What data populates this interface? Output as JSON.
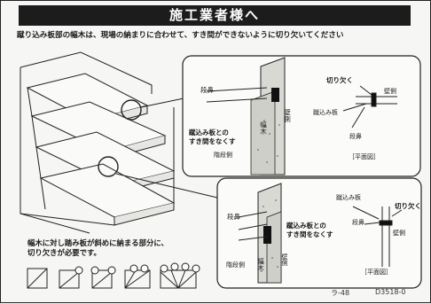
{
  "title": "施工業者様へ",
  "instruction": "蹴り込み板部の幅木は、現場の納まりに合わせて、すき間ができないように切り欠いてください",
  "upper_detail": {
    "dantsura": "段鼻",
    "habaki": "幅木",
    "kabe": "壁側",
    "gap_note_line1": "蹴込み板との",
    "gap_note_line2": "すき間をなくす",
    "kaidan": "階段側",
    "plan_cut": "切り欠く",
    "plan_kabe": "壁側",
    "plan_kerikomi": "蹴込み板",
    "plan_dantsura": "段鼻",
    "plan_caption": "［平面図］"
  },
  "lower_detail": {
    "dantsura": "段鼻",
    "habaki": "幅木",
    "kabe": "壁側",
    "gap_note_line1": "蹴込み板との",
    "gap_note_line2": "すき間をなくす",
    "kaidan": "階段側",
    "plan_kerikomi": "蹴込み板",
    "plan_cut": "切り欠く",
    "plan_dantsura": "段鼻",
    "plan_kabe": "壁側",
    "plan_caption": "［平面図］"
  },
  "note_line1": "幅木に対し踏み板が斜めに納まる部分に、",
  "note_line2": "切り欠きが必要です。",
  "page_code": "ラ-48",
  "doc_code": "D3518-0"
}
